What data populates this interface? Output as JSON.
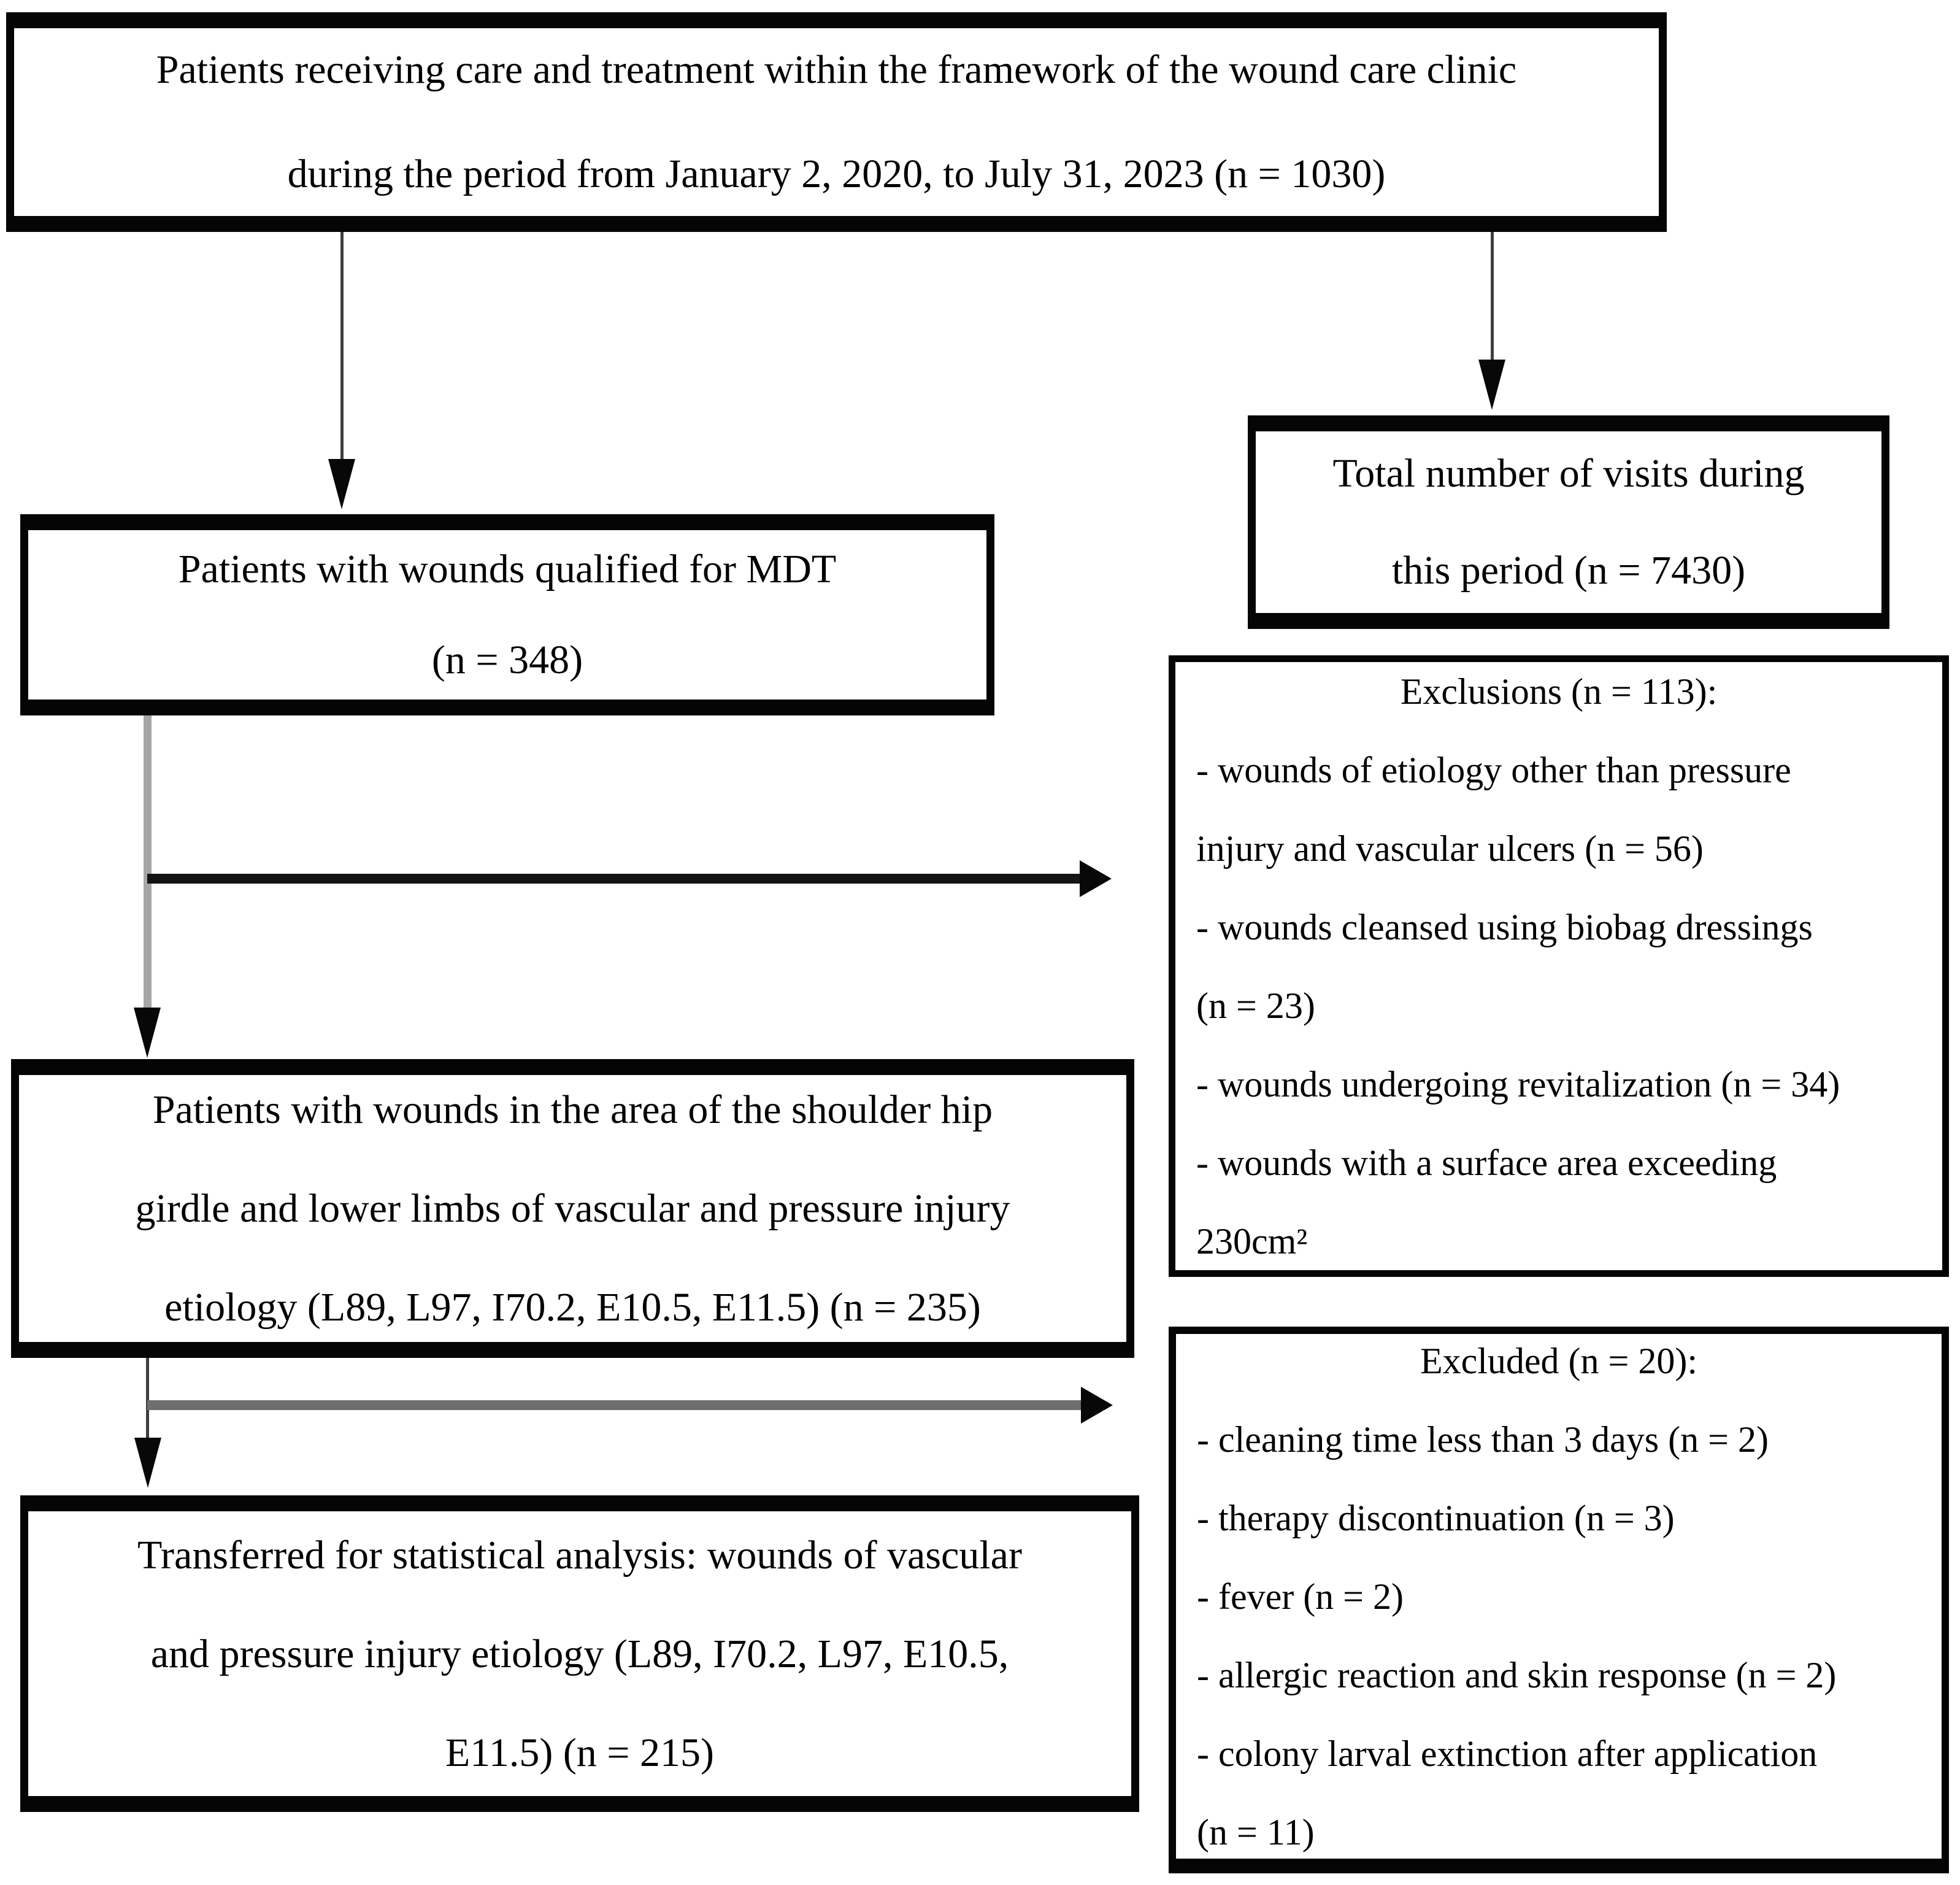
{
  "diagram": {
    "boxes": {
      "source": {
        "lines": [
          "Patients receiving care and treatment within the framework of the wound care clinic",
          "during the period from January 2, 2020, to July 31, 2023 (n = 1030)"
        ]
      },
      "visits": {
        "lines": [
          "Total number of visits during",
          "this period (n = 7430)"
        ]
      },
      "qualified": {
        "lines": [
          "Patients with wounds qualified for MDT",
          "(n = 348)"
        ]
      },
      "exclusions": {
        "title": "Exclusions (n = 113):",
        "lines": [
          "- wounds of etiology other than pressure",
          "injury and vascular ulcers (n = 56)",
          "- wounds cleansed using biobag dressings",
          "(n = 23)",
          "- wounds undergoing revitalization (n = 34)",
          "- wounds with a surface area exceeding",
          "230cm²"
        ]
      },
      "area": {
        "lines": [
          "Patients with wounds in the area of the shoulder hip",
          "girdle and lower limbs of vascular and pressure injury",
          "etiology (L89, L97, I70.2, E10.5, E11.5) (n = 235)"
        ]
      },
      "excluded": {
        "title": "Excluded (n = 20):",
        "lines": [
          "- cleaning time less than 3 days (n = 2)",
          "- therapy discontinuation (n = 3)",
          "- fever (n = 2)",
          "- allergic reaction and skin response (n = 2)",
          "- colony larval extinction after application",
          "(n = 11)"
        ]
      },
      "transferred": {
        "lines": [
          "Transferred for statistical analysis: wounds of vascular",
          "and pressure injury etiology (L89, I70.2, L97, E10.5,",
          "E11.5) (n = 215)"
        ]
      }
    },
    "line_colors": {
      "thin_connector": "#3f3f3f",
      "thick_gray_connector": "#a6a6a6",
      "horizontal_black": "#141414",
      "horizontal_gray": "#6e6e6e"
    }
  }
}
